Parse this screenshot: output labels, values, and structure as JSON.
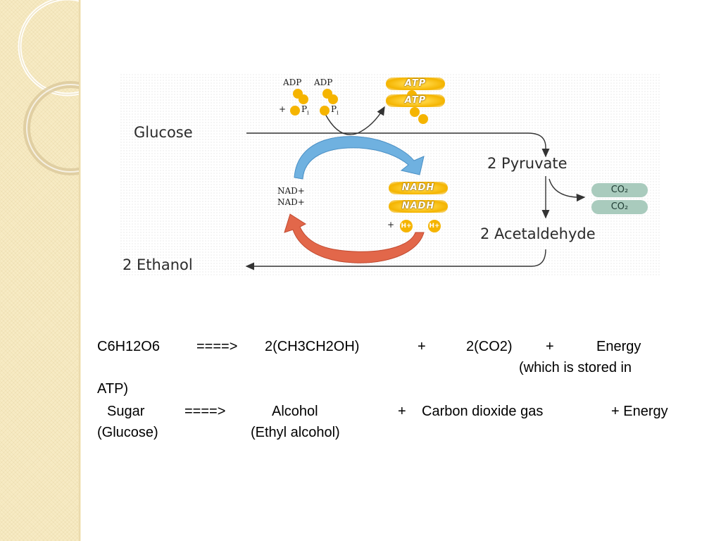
{
  "diagram": {
    "adp_1": "ADP",
    "adp_2": "ADP",
    "plus_1": "+",
    "pi_1": "P",
    "pi_1_sub": "i",
    "pi_2": "P",
    "pi_2_sub": "i",
    "atp_1": "ATP",
    "atp_2": "ATP",
    "glucose": "Glucose",
    "pyruvate": "2 Pyruvate",
    "co2_1": "CO₂",
    "co2_2": "CO₂",
    "nad_1": "NAD+",
    "nad_2": "NAD+",
    "nadh_1": "NADH",
    "nadh_2": "NADH",
    "plus_2": "+",
    "h_1": "H+",
    "h_2": "H+",
    "acetaldehyde": "2 Acetaldehyde",
    "ethanol": "2 Ethanol",
    "colors": {
      "blue_arrow": "#6fb1e0",
      "red_arrow": "#e2674a",
      "gold": "#f5b400",
      "co2_fill": "#a9cbbd"
    }
  },
  "equation": {
    "formula": "C6H12O6",
    "arrow_1": "====>",
    "ethanol_formula": "2(CH3CH2OH)",
    "plus_a": "+",
    "co2_formula": "2(CO2)",
    "plus_b": "+",
    "energy": "Energy",
    "note_1": "(which is stored in",
    "note_2": "ATP)",
    "sugar": "Sugar",
    "arrow_2": "====>",
    "alcohol": "Alcohol",
    "plus_c": "+",
    "carbon_dioxide": "Carbon dioxide gas",
    "plus_energy": "+ Energy",
    "glucose_paren": "(Glucose)",
    "ethyl_alcohol": "(Ethyl alcohol)"
  }
}
